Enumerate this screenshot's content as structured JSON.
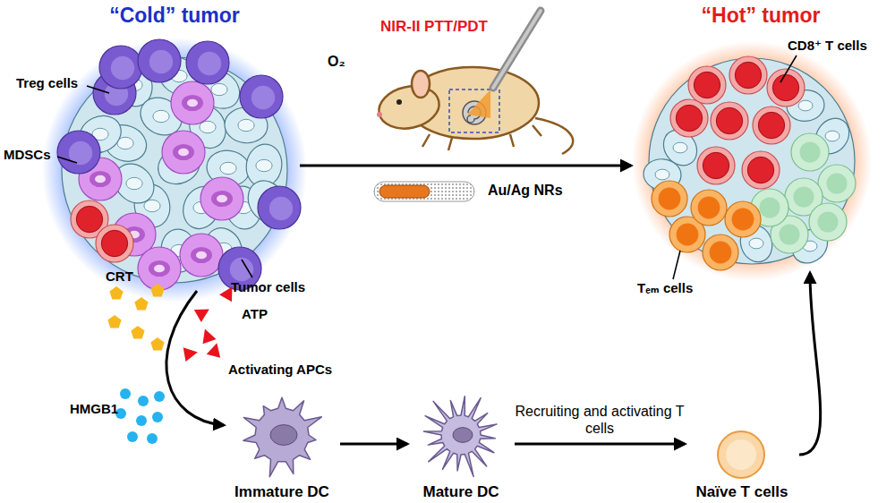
{
  "diagram": {
    "nodes": [
      {
        "text": [
          "“Cold” tumor"
        ]
      },
      {
        "text": [
          "“Hot” tumor"
        ]
      },
      {
        "text": [
          "Immature DC"
        ]
      },
      {
        "text": [
          "Mature DC"
        ]
      },
      {
        "text": [
          "Naïve T cells"
        ]
      }
    ],
    "edges": [
      {
        "from": 0,
        "to": 1,
        "arrow": "to"
      },
      {
        "from": 0,
        "to": 2,
        "arrow": "to"
      },
      {
        "from": 2,
        "to": 3,
        "arrow": "to"
      },
      {
        "from": 3,
        "to": 4,
        "label": "Recruiting and activating T cells",
        "arrow": "to"
      },
      {
        "from": 4,
        "to": 1,
        "arrow": "to"
      }
    ],
    "labels": [
      "Treg cells",
      "MDSCs",
      "Tumor cells",
      "CD8⁺ T cells",
      "Tₑₘ cells",
      "O₂",
      "NIR-II PTT/PDT",
      "Au/Ag NRs",
      "CRT",
      "ATP",
      "HMGB1",
      "Activating APCs"
    ]
  }
}
